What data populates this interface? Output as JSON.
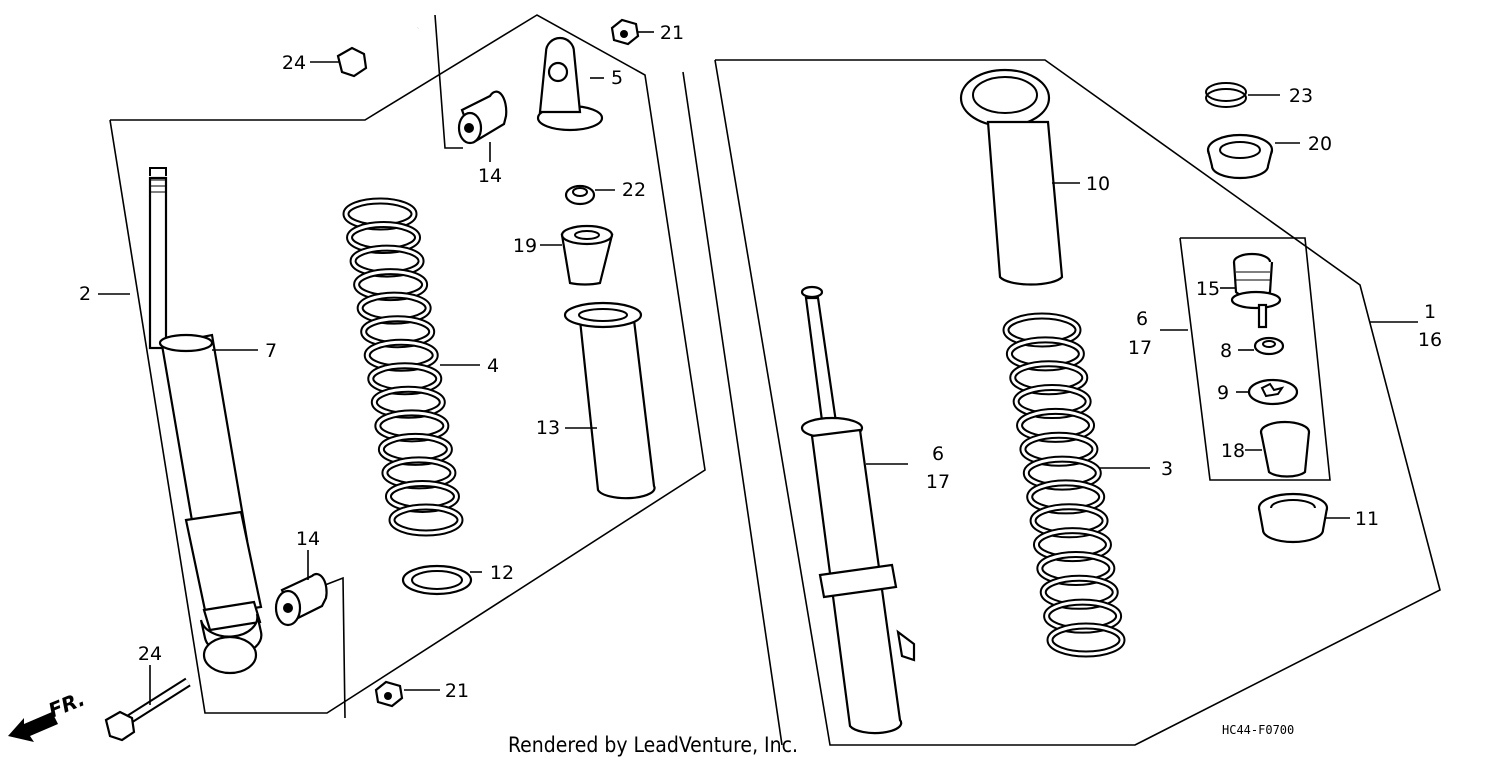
{
  "callouts": {
    "c1": "1",
    "c16": "16",
    "c2": "2",
    "c3": "3",
    "c4": "4",
    "c5": "5",
    "c6a": "6",
    "c17a": "17",
    "c6b": "6",
    "c17b": "17",
    "c7": "7",
    "c8": "8",
    "c9": "9",
    "c10": "10",
    "c11": "11",
    "c12": "12",
    "c13": "13",
    "c14a": "14",
    "c14b": "14",
    "c15": "15",
    "c18": "18",
    "c19": "19",
    "c20": "20",
    "c21a": "21",
    "c21b": "21",
    "c22": "22",
    "c23": "23",
    "c24a": "24",
    "c24b": "24"
  },
  "footer": {
    "credit": "Rendered by LeadVenture, Inc.",
    "diagram_code": "HC44-F0700",
    "direction": "FR."
  }
}
